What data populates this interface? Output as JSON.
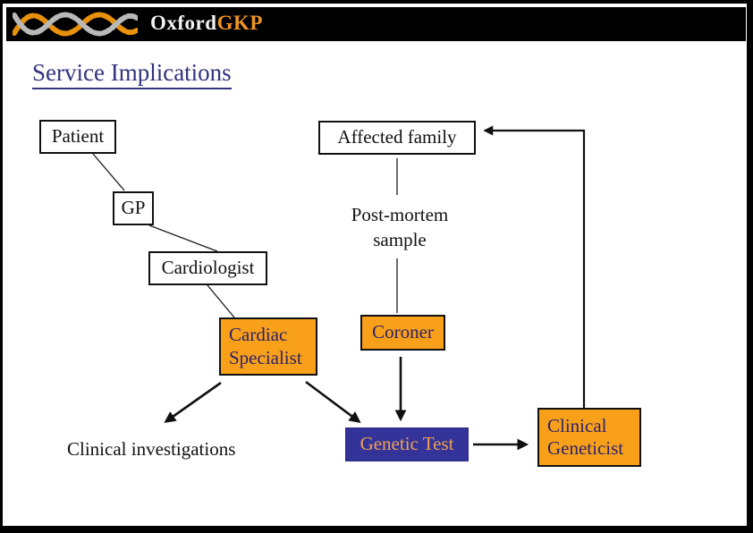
{
  "header": {
    "logo_primary": "Oxford",
    "logo_accent": "GKP",
    "logo_graphic": "dna-double-helix"
  },
  "slide": {
    "title": "Service Implications"
  },
  "colors": {
    "accent_orange": "#f9a01b",
    "indigo_box": "#333399",
    "node_text_navy": "#2d2366",
    "title_blue": "#32327f",
    "genetic_test_text": "#efa153",
    "header_black": "#000000"
  },
  "diagram": {
    "nodes": {
      "patient": {
        "label": "Patient",
        "style": "white-box"
      },
      "affected_family": {
        "label": "Affected family",
        "style": "white-box"
      },
      "gp": {
        "label": "GP",
        "style": "white-box"
      },
      "post_mortem_sample": {
        "label": "Post-mortem sample",
        "style": "plain-text"
      },
      "cardiologist": {
        "label": "Cardiologist",
        "style": "white-box"
      },
      "cardiac_specialist": {
        "label": "Cardiac Specialist",
        "style": "orange-box"
      },
      "coroner": {
        "label": "Coroner",
        "style": "orange-box"
      },
      "clinical_investigations": {
        "label": "Clinical investigations",
        "style": "plain-text"
      },
      "genetic_test": {
        "label": "Genetic Test",
        "style": "indigo-box"
      },
      "clinical_geneticist": {
        "label": "Clinical Geneticist",
        "style": "orange-box"
      }
    },
    "edges": [
      {
        "from": "patient",
        "to": "gp",
        "type": "thin-line"
      },
      {
        "from": "gp",
        "to": "cardiologist",
        "type": "thin-line"
      },
      {
        "from": "cardiologist",
        "to": "cardiac_specialist",
        "type": "thin-line"
      },
      {
        "from": "affected_family",
        "to": "post_mortem_sample",
        "type": "thin-line"
      },
      {
        "from": "post_mortem_sample",
        "to": "coroner",
        "type": "thin-line"
      },
      {
        "from": "cardiac_specialist",
        "to": "clinical_investigations",
        "type": "arrow"
      },
      {
        "from": "cardiac_specialist",
        "to": "genetic_test",
        "type": "arrow"
      },
      {
        "from": "coroner",
        "to": "genetic_test",
        "type": "arrow"
      },
      {
        "from": "genetic_test",
        "to": "clinical_geneticist",
        "type": "arrow"
      },
      {
        "from": "clinical_geneticist",
        "to": "affected_family",
        "type": "elbow-arrow"
      }
    ]
  }
}
